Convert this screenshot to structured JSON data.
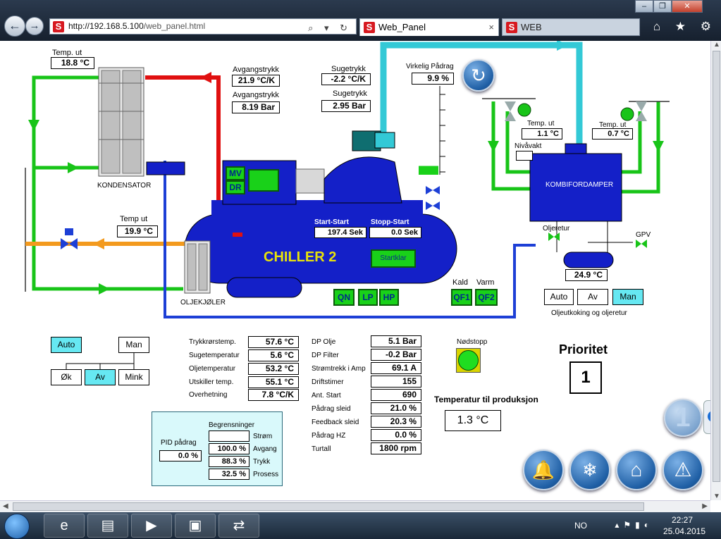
{
  "browser": {
    "url_host": "http://192.168.5.100",
    "url_path": "/web_panel.html",
    "addr_tools": "⌕ ▾ ↻",
    "tab_active": "Web_Panel",
    "tab_other": "WEB",
    "tab_close": "×",
    "min": "–",
    "max": "❐",
    "close": "✕",
    "logo_letter": "S",
    "tool_icons": "⌂ ★ ⚙"
  },
  "panel": {
    "kondensator": {
      "label": "KONDENSATOR",
      "temp_ut_label": "Temp. ut",
      "temp_ut_value": "18.8 °C"
    },
    "avgangstrykk": {
      "label1": "Avgangstrykk",
      "value1": "21.9 °C/K",
      "label2": "Avgangstrykk",
      "value2": "8.19 Bar"
    },
    "sugetrykk": {
      "label1": "Sugetrykk",
      "value1": "-2.2 °C/K",
      "label2": "Sugetrykk",
      "value2": "2.95 Bar"
    },
    "padrag": {
      "label": "Virkelig Pådrag",
      "value": "9.9 %",
      "level": 0.099
    },
    "mv_label": "MV",
    "dr_label": "DR",
    "oil_cooler": {
      "label": "OLJEKJØLER",
      "temp_ut_label": "Temp ut",
      "temp_ut_value": "19.9 °C"
    },
    "chiller": {
      "title": "CHILLER 2",
      "start_start_label": "Start-Start",
      "start_start_value": "197.4 Sek",
      "stopp_start_label": "Stopp-Start",
      "stopp_start_value": "0.0 Sek",
      "status": "Startklar"
    },
    "alarms": [
      "QN",
      "LP",
      "HP"
    ],
    "kald": {
      "label": "Kald",
      "button": "QF1"
    },
    "varm": {
      "label": "Varm",
      "button": "QF2"
    },
    "kombi": {
      "label": "KOMBIFORDAMPER",
      "temp_ut_left_label": "Temp. ut",
      "temp_ut_left_value": "1.1 °C",
      "temp_ut_right_label": "Temp. ut",
      "temp_ut_right_value": "0.7 °C",
      "nivavakt_label": "Nivåvakt",
      "oljeretur_label": "Oljeretur",
      "gpv_label": "GPV",
      "oil_temp": "24.9 °C"
    },
    "olje_modes": {
      "auto": "Auto",
      "av": "Av",
      "man": "Man",
      "caption": "Oljeutkoking og oljeretur"
    },
    "chiller_modes": {
      "auto": "Auto",
      "man": "Man",
      "ok": "Øk",
      "av": "Av",
      "mink": "Mink"
    },
    "readings_left": [
      {
        "label": "Trykkrørstemp.",
        "value": "57.6 °C"
      },
      {
        "label": "Sugetemperatur",
        "value": "5.6 °C"
      },
      {
        "label": "Oljetemperatur",
        "value": "53.2 °C"
      },
      {
        "label": "Utskiller temp.",
        "value": "55.1 °C"
      },
      {
        "label": "Overhetning",
        "value": "7.8 °C/K"
      }
    ],
    "readings_right": [
      {
        "label": "DP Olje",
        "value": "5.1 Bar"
      },
      {
        "label": "DP Filter",
        "value": "-0.2 Bar"
      },
      {
        "label": "Strømtrekk i Amp",
        "value": "69.1 A"
      },
      {
        "label": "Driftstimer",
        "value": "155"
      },
      {
        "label": "Ant. Start",
        "value": "690"
      },
      {
        "label": "Pådrag sleid",
        "value": "21.0 %"
      },
      {
        "label": "Feedback sleid",
        "value": "20.3 %"
      },
      {
        "label": "Pådrag HZ",
        "value": "0.0 %"
      },
      {
        "label": "Turtall",
        "value": "1800 rpm"
      }
    ],
    "pid": {
      "title": "Begrensninger",
      "pid_label": "PID pådrag",
      "pid_value": "0.0 %",
      "limits": [
        {
          "label": "Strøm",
          "value": ""
        },
        {
          "label": "Avgang",
          "value": "100.0 %"
        },
        {
          "label": "Trykk",
          "value": "88.3 %"
        },
        {
          "label": "Prosess",
          "value": "32.5 %"
        }
      ]
    },
    "nodstopp_label": "Nødstopp",
    "prioritet_label": "Prioritet",
    "prioritet_value": "1",
    "temp_prod_label": "Temperatur til produksjon",
    "temp_prod_value": "1.3 °C",
    "page_number": "1"
  },
  "taskbar": {
    "lang": "NO",
    "time": "22:27",
    "date": "25.04.2015"
  },
  "colors": {
    "hot_gas": "#e01010",
    "suction": "#33c9d6",
    "water": "#18c418",
    "oil": "#f39a1e",
    "oil_line": "#1d3fd6",
    "tank": "#1420c8",
    "status_green": "#19d119",
    "mode_on": "#66e8f2"
  }
}
